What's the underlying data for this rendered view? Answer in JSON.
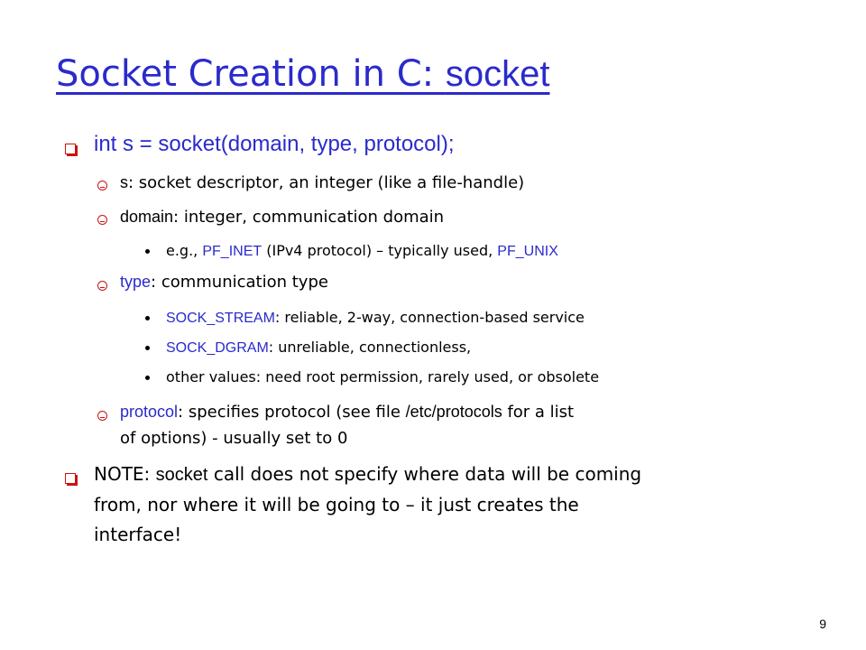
{
  "title": {
    "part1": "Socket Creation in C: ",
    "part2": "socket"
  },
  "bullets": {
    "b1": "int s = socket(domain, type, protocol);",
    "s1": {
      "term": "s",
      "rest": ": socket descriptor, an integer (like a file-handle)"
    },
    "s2": {
      "term": "domain",
      "rest": ": integer, communication domain"
    },
    "s2a": {
      "pre": "e.g., ",
      "t1": "PF_INET",
      "mid": " (IPv4 protocol) – typically used, ",
      "t2": "PF_UNIX"
    },
    "s3": {
      "term": "type",
      "rest": ": communication type"
    },
    "s3a": {
      "term": "SOCK_STREAM",
      "rest": ": reliable, 2-way, connection-based service"
    },
    "s3b": {
      "term": "SOCK_DGRAM",
      "rest": ": unreliable, connectionless,"
    },
    "s3c": "other values: need root permission, rarely used, or obsolete",
    "s4": {
      "term": "protocol",
      "rest1": ": specifies protocol (see file ",
      "path": "/etc/protocols",
      "rest2": " for a list",
      "line2": "of options) - usually set to 0"
    },
    "b2": {
      "pre": "NOTE: ",
      "code": "socket",
      "line1": " call does not specify where data will be coming",
      "line2": "from, nor where it will be going to – it just creates the",
      "line3": "interface!"
    }
  },
  "page_number": "9"
}
